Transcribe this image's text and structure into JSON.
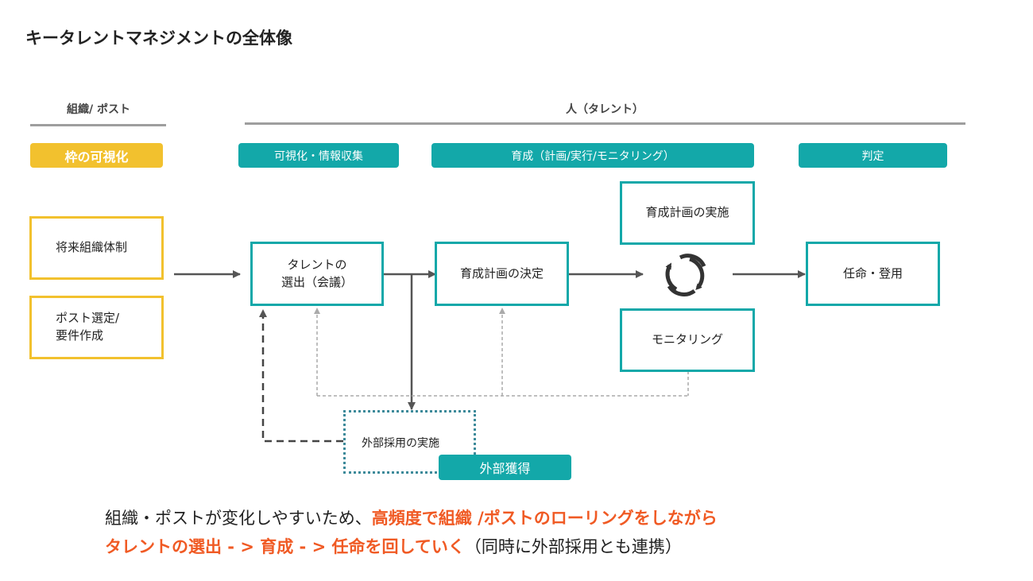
{
  "title": "キータレントマネジメントの全体像",
  "columns": {
    "org_post": "組織/ ポスト",
    "people": "人（タレント）"
  },
  "phases": {
    "frame": "枠の可視化",
    "visualize": "可視化・情報収集",
    "develop": "育成（計画/実行/モニタリング）",
    "judge": "判定"
  },
  "left_boxes": {
    "future_org": "将来組織体制",
    "post_req": "ポスト選定/\n要件作成"
  },
  "flow_boxes": {
    "selection": "タレントの\n選出（会議）",
    "plan_decide": "育成計画の決定",
    "plan_execute": "育成計画の実施",
    "monitoring": "モニタリング",
    "appointment": "任命・登用",
    "external_hire": "外部採用の実施",
    "external_acquire": "外部獲得"
  },
  "icons": {
    "cycle": "cycle-arrows-icon"
  },
  "colors": {
    "teal": "#13a8a9",
    "gold": "#f2c12e",
    "highlight": "#f05a24"
  },
  "summary": {
    "line1_normal": "組織・ポストが変化しやすいため、",
    "line1_highlight": "高頻度で組織 /ポストのローリングをしながら",
    "line2_highlight": "タレントの選出 - > 育成 - > 任命を回していく",
    "line2_normal": "（同時に外部採用とも連携）"
  }
}
